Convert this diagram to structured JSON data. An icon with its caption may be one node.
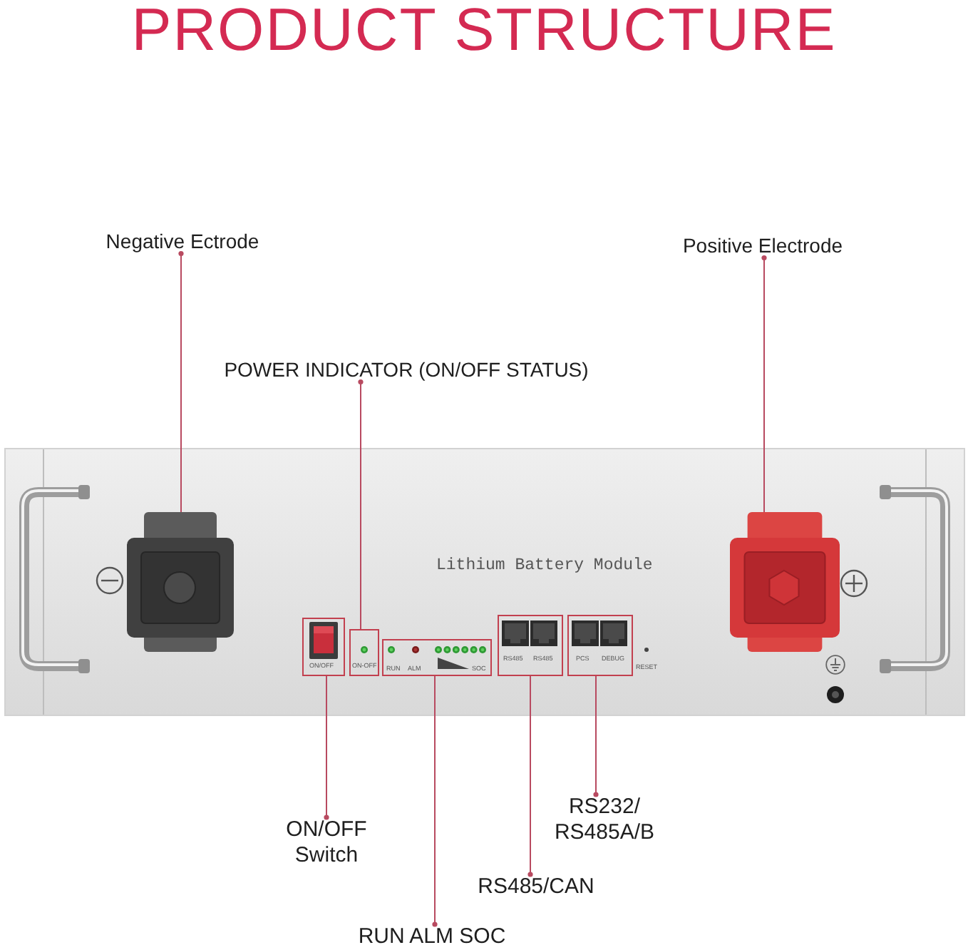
{
  "diagram": {
    "title": "PRODUCT STRUCTURE",
    "nodes": [
      {
        "text": [
          "Negative Ectrode"
        ]
      },
      {
        "text": [
          "Positive Electrode"
        ]
      },
      {
        "text": [
          "POWER INDICATOR (ON/OFF STATUS)"
        ]
      },
      {
        "text": [
          "Lithium Battery Module"
        ]
      },
      {
        "text": [],
        "shape": "picture",
        "in": 3
      },
      {
        "text": [],
        "shape": "picture",
        "in": 3
      },
      {
        "text": [
          "ON/OFF"
        ],
        "in": 3
      },
      {
        "text": [
          "ON-OFF"
        ],
        "in": 3
      },
      {
        "text": [
          "RUN",
          "ALM",
          "SOC"
        ],
        "in": 3
      },
      {
        "text": [
          "RS485",
          "RS485"
        ],
        "in": 3
      },
      {
        "text": [
          "PCS",
          "DEBUG"
        ],
        "in": 3
      },
      {
        "text": [
          "RS232/ RS485A/B"
        ]
      },
      {
        "text": [
          "ON/OFF Switch"
        ]
      },
      {
        "text": [
          "RS485/CAN"
        ]
      },
      {
        "text": [
          "RUN ALM SOC"
        ]
      }
    ],
    "edges": [
      {
        "from": 0,
        "to": 4,
        "arrow": "other"
      },
      {
        "from": 1,
        "to": 5,
        "arrow": "other"
      },
      {
        "from": 2,
        "to": 7,
        "arrow": "other"
      },
      {
        "from": 12,
        "to": 6,
        "arrow": "other"
      },
      {
        "from": 14,
        "to": 8,
        "arrow": "other"
      },
      {
        "from": 13,
        "to": 9,
        "arrow": "other"
      },
      {
        "from": 11,
        "to": 10,
        "arrow": "other"
      }
    ],
    "labels": [
      "RESET"
    ]
  }
}
